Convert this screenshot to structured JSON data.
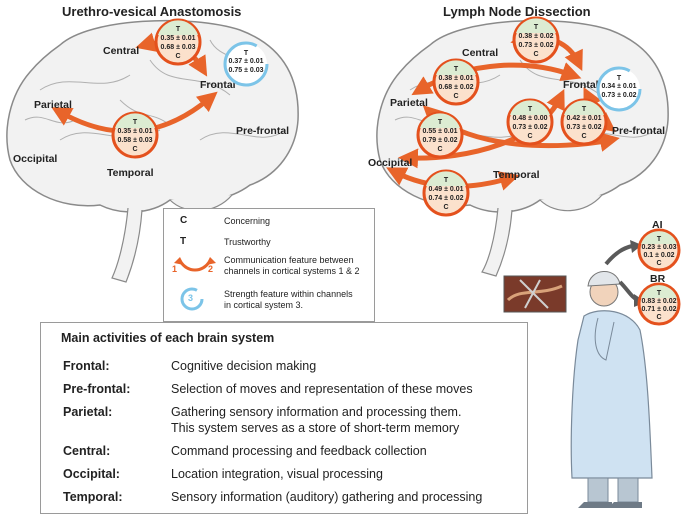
{
  "titles": {
    "left": "Urethro-vesical Anastomosis",
    "right": "Lymph Node Dissection"
  },
  "left_brain": {
    "region_labels": {
      "central": "Central",
      "frontal": "Frontal",
      "parietal": "Parietal",
      "prefrontal": "Pre-frontal",
      "occipital": "Occipital",
      "temporal": "Temporal"
    },
    "nodes": [
      {
        "name": "central-frontal",
        "kind": "communication",
        "t_label": "T",
        "t_value": "0.35 ± 0.01",
        "c_value": "0.68 ± 0.03",
        "c_label": "C"
      },
      {
        "name": "frontal",
        "kind": "strength",
        "t_label": "T",
        "t_value": "0.37 ± 0.01",
        "c_value": "0.75 ± 0.03",
        "c_label": "C"
      },
      {
        "name": "parietal-frontal",
        "kind": "communication",
        "t_label": "T",
        "t_value": "0.35 ± 0.01",
        "c_value": "0.58 ± 0.03",
        "c_label": "C"
      }
    ]
  },
  "right_brain": {
    "region_labels": {
      "central": "Central",
      "frontal": "Frontal",
      "parietal": "Parietal",
      "prefrontal": "Pre-frontal",
      "occipital": "Occipital",
      "temporal": "Temporal"
    },
    "nodes": [
      {
        "name": "central-frontal",
        "kind": "communication",
        "t_label": "T",
        "t_value": "0.38 ± 0.02",
        "c_value": "0.73 ± 0.02",
        "c_label": "C"
      },
      {
        "name": "parietal-frontal",
        "kind": "communication",
        "t_label": "T",
        "t_value": "0.38 ± 0.01",
        "c_value": "0.68 ± 0.02",
        "c_label": "C"
      },
      {
        "name": "frontal",
        "kind": "strength",
        "t_label": "T",
        "t_value": "0.34 ± 0.01",
        "c_value": "0.73 ± 0.02",
        "c_label": "C"
      },
      {
        "name": "occipital-frontal",
        "kind": "communication",
        "t_label": "T",
        "t_value": "0.48 ± 0.00",
        "c_value": "0.73 ± 0.02",
        "c_label": "C"
      },
      {
        "name": "frontal-prefrontal",
        "kind": "communication",
        "t_label": "T",
        "t_value": "0.42 ± 0.01",
        "c_value": "0.73 ± 0.02",
        "c_label": "C"
      },
      {
        "name": "parietal-prefrontal",
        "kind": "communication",
        "t_label": "T",
        "t_value": "0.55 ± 0.01",
        "c_value": "0.79 ± 0.02",
        "c_label": "C"
      },
      {
        "name": "occipital-temporal",
        "kind": "communication",
        "t_label": "T",
        "t_value": "0.49 ± 0.01",
        "c_value": "0.74 ± 0.02",
        "c_label": "C"
      }
    ]
  },
  "raters": {
    "ai": {
      "label": "AI",
      "t_label": "T",
      "t_value": "0.23 ± 0.03",
      "c_value": "0.1 ± 0.02",
      "c_label": "C"
    },
    "br": {
      "label": "BR",
      "t_label": "T",
      "t_value": "0.83 ± 0.02",
      "c_value": "0.71 ± 0.02",
      "c_label": "C"
    }
  },
  "legend": {
    "concerning_key": "C",
    "concerning": "Concerning",
    "trustworthy_key": "T",
    "trustworthy": "Trustworthy",
    "comm_num1": "1",
    "comm_num2": "2",
    "communication_line1": "Communication feature between",
    "communication_line2": "channels in cortical systems 1 & 2",
    "strength_num": "3",
    "strength_line1": "Strength feature within channels",
    "strength_line2": "in cortical system 3."
  },
  "activities": {
    "title": "Main activities of each brain system",
    "rows": [
      {
        "name": "Frontal:",
        "desc": [
          "Cognitive decision making"
        ]
      },
      {
        "name": "Pre-frontal:",
        "desc": [
          "Selection of moves and representation of these moves"
        ]
      },
      {
        "name": "Parietal:",
        "desc": [
          "Gathering sensory information and processing them.",
          "This system serves as a store of short-term memory"
        ]
      },
      {
        "name": "Central:",
        "desc": [
          "Command processing and feedback collection"
        ]
      },
      {
        "name": "Occipital:",
        "desc": [
          "Location integration, visual processing"
        ]
      },
      {
        "name": "Temporal:",
        "desc": [
          "Sensory information (auditory) gathering and processing"
        ]
      }
    ]
  },
  "colors": {
    "arrow": "#e8642a",
    "node_ring": "#e4511d",
    "node_fill": "#fbe1cc",
    "node_t_fill": "#dcecd2",
    "strength_ring": "#7cc4e8",
    "brain_fill": "#f2f2f2",
    "brain_line": "#8a8a8a",
    "coat": "#cfe2f2"
  }
}
